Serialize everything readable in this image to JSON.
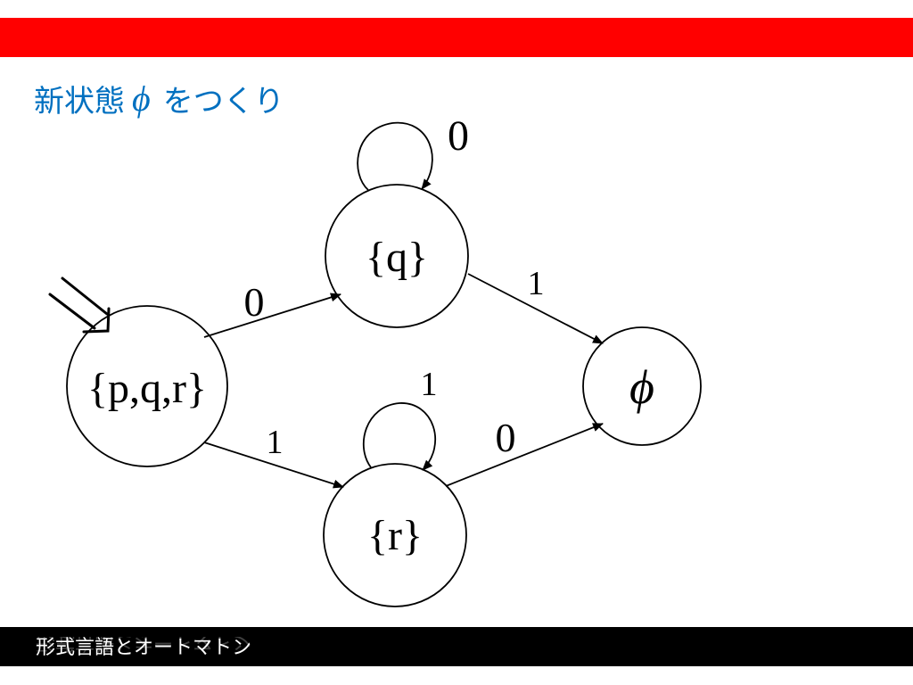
{
  "slide": {
    "title_prefix": "新状態",
    "title_symbol": "ϕ",
    "title_suffix": "をつくり",
    "footer": "形式言語とオートマトン"
  },
  "colors": {
    "top_bar": "#ff0000",
    "title": "#0070c0",
    "footer_bar": "#000000",
    "footer_text": "#ffffff",
    "diagram_ink": "#000000"
  },
  "automaton": {
    "start_marker": "start-arrow-icon",
    "states": [
      {
        "id": "pqr",
        "label": "{p,q,r}",
        "start": true
      },
      {
        "id": "q",
        "label": "{q}",
        "start": false
      },
      {
        "id": "r",
        "label": "{r}",
        "start": false
      },
      {
        "id": "empty",
        "label": "ϕ",
        "start": false
      }
    ],
    "transitions": [
      {
        "from": "pqr",
        "to": "q",
        "label": "0"
      },
      {
        "from": "pqr",
        "to": "r",
        "label": "1"
      },
      {
        "from": "q",
        "to": "q",
        "label": "0"
      },
      {
        "from": "q",
        "to": "empty",
        "label": "1"
      },
      {
        "from": "r",
        "to": "r",
        "label": "1"
      },
      {
        "from": "r",
        "to": "empty",
        "label": "0"
      }
    ]
  }
}
